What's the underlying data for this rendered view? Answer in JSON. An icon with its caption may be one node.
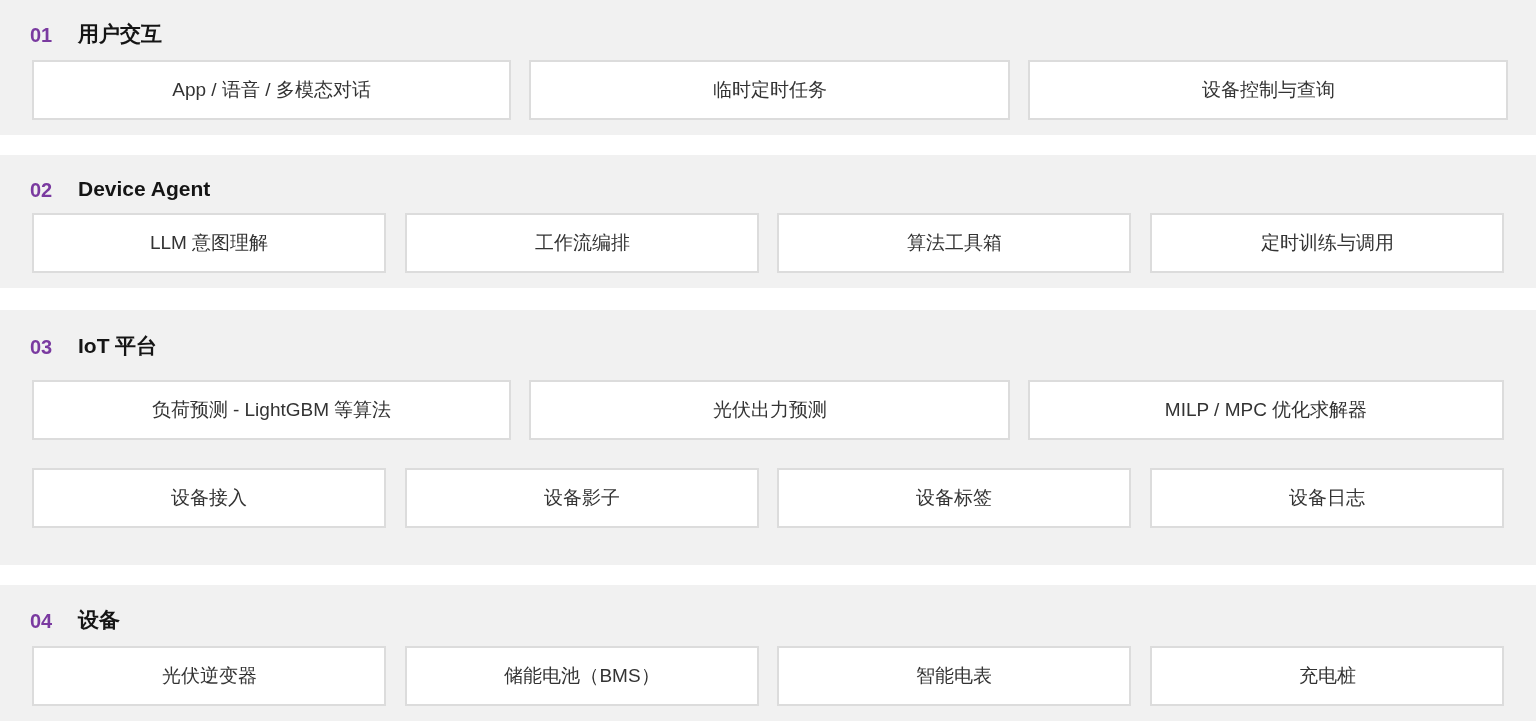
{
  "diagram": {
    "nodes": [
      {
        "text": [
          "01",
          "用户交互"
        ]
      },
      {
        "text": [
          "App / 语音 / 多模态对话"
        ],
        "in": 0
      },
      {
        "text": [
          "临时定时任务"
        ],
        "in": 0
      },
      {
        "text": [
          "设备控制与查询"
        ],
        "in": 0
      },
      {
        "text": [
          "02",
          "Device Agent"
        ]
      },
      {
        "text": [
          "LLM 意图理解"
        ],
        "in": 4
      },
      {
        "text": [
          "工作流编排"
        ],
        "in": 4
      },
      {
        "text": [
          "算法工具箱"
        ],
        "in": 4
      },
      {
        "text": [
          "定时训练与调用"
        ],
        "in": 4
      },
      {
        "text": [
          "03",
          "IoT 平台"
        ]
      },
      {
        "text": [
          "负荷预测 - LightGBM 等算法"
        ],
        "in": 9
      },
      {
        "text": [
          "光伏出力预测"
        ],
        "in": 9
      },
      {
        "text": [
          "MILP / MPC 优化求解器"
        ],
        "in": 9
      },
      {
        "text": [
          "设备接入"
        ],
        "in": 9
      },
      {
        "text": [
          "设备影子"
        ],
        "in": 9
      },
      {
        "text": [
          "设备标签"
        ],
        "in": 9
      },
      {
        "text": [
          "设备日志"
        ],
        "in": 9
      },
      {
        "text": [
          "04",
          "设备"
        ]
      },
      {
        "text": [
          "光伏逆变器"
        ],
        "in": 17
      },
      {
        "text": [
          "储能电池（BMS）"
        ],
        "in": 17
      },
      {
        "text": [
          "智能电表"
        ],
        "in": 17
      },
      {
        "text": [
          "充电桩"
        ],
        "in": 17
      }
    ]
  }
}
